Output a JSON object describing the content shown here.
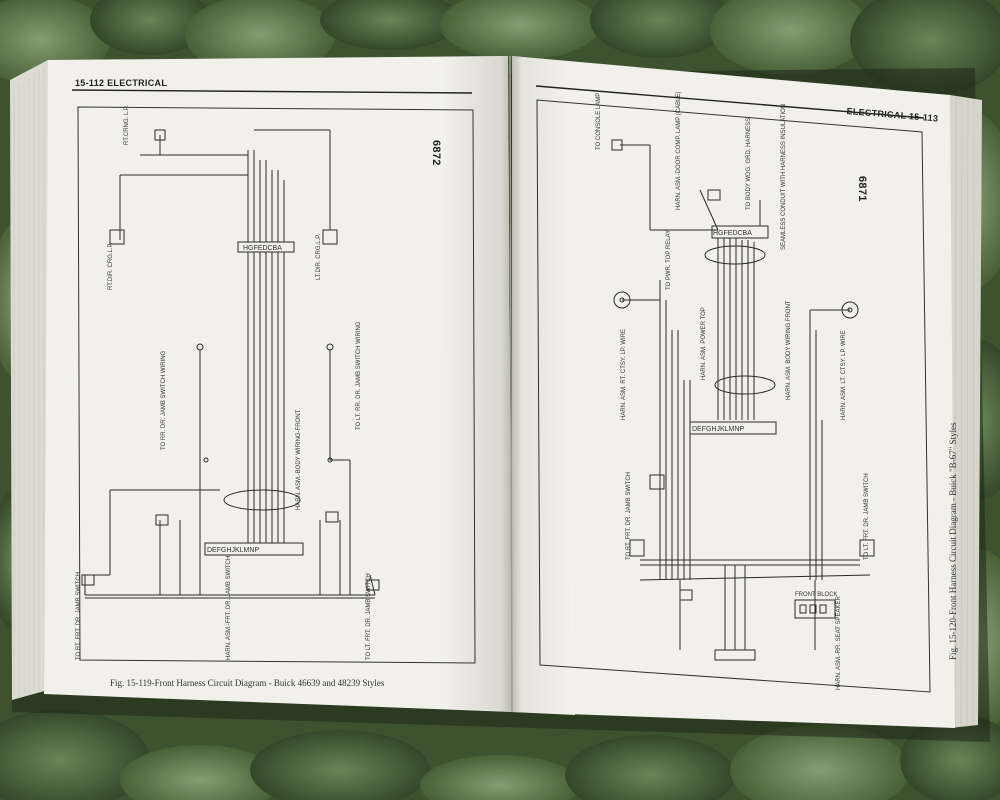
{
  "left_page": {
    "header": "15-112 ELECTRICAL",
    "diagram_number": "6872",
    "caption": "Fig. 15-119-Front Harness Circuit Diagram - Buick 46639 and 48239 Styles",
    "labels": [
      "RT.CRNG. L.P.",
      "RT.DIR. CRG.L.P.",
      "LT.DIR. CRG.L.P.",
      "HARN. ASM.-BODY WIRING-FRONT",
      "TO RT. FRT. DR. JAMB SWITCH",
      "TO LT. FRT. DR. JAMB SWITCH",
      "HARN. ASM.-FRT. DR. JAMB SWITCH",
      "TO RR. DR. JAMB SWITCH WIRING",
      "TO LT. RR. DR. JAMB SWITCH WIRING",
      "HGFEDCBA",
      "DEFGHJKLMNP"
    ]
  },
  "right_page": {
    "header": "ELECTRICAL 15-113",
    "diagram_number": "6871",
    "caption": "Fig. 15-120-Front Harness Circuit Diagram - Buick \"B-67\" Styles",
    "labels": [
      "TO CONSOLE LAMP",
      "HARN. ASM.-DOOR COMP. LAMP (CABLE)",
      "TO BODY WDG. GRD. HARNESS",
      "SEAMLESS CONDUIT WITH HARNESS INSULATION",
      "TO PWR. TOP RELAY",
      "HARN. ASM. POWER TOP",
      "HARN. ASM. BODY WIRING FRONT",
      "HARN. ASM. RT. CTSY. LP. WIRE",
      "HARN. ASM. LT. CTSY. LP. WIRE",
      "TO RT. FRT. DR. JAMB SWITCH",
      "TO LT. FRT. DR. JAMB SWITCH",
      "FRONT BLOCK",
      "HARN. ASM.-RR. SEAT SPEAKER",
      "HGFEDCBA",
      "DEFGHJKLMNP"
    ]
  },
  "colors": {
    "backdrop": "#3e5230",
    "paper": "#f1f0ea",
    "ink": "#2a2a2a"
  }
}
